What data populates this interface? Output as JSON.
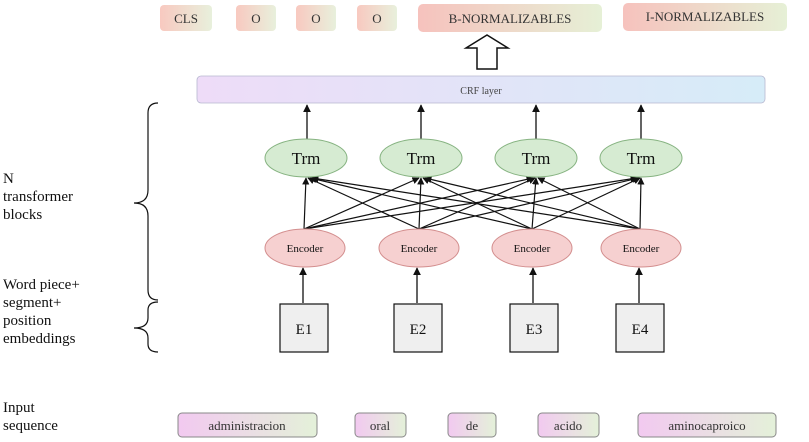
{
  "outputs": [
    "CLS",
    "O",
    "O",
    "O",
    "B-NORMALIZABLES",
    "I-NORMALIZABLES"
  ],
  "crf_label": "CRF layer",
  "trm_label": "Trm",
  "encoder_label": "Encoder",
  "embeddings": [
    "E1",
    "E2",
    "E3",
    "E4"
  ],
  "inputs": [
    "administracion",
    "oral",
    "de",
    "acido",
    "aminocaproico"
  ],
  "left_labels": {
    "blocks": [
      "N",
      "transformer",
      "blocks"
    ],
    "embed": [
      "Word piece+",
      "segment+",
      "position",
      "embeddings"
    ],
    "input": [
      "Input",
      "sequence"
    ]
  },
  "colors": {
    "trm_fill": "#d5ebd2",
    "trm_stroke": "#82b07c",
    "enc_fill": "#f6cfcf",
    "enc_stroke": "#d08a8a",
    "embed_fill": "#efefef",
    "crf_from": "#eedcf7",
    "crf_to": "#d8ecf8"
  }
}
